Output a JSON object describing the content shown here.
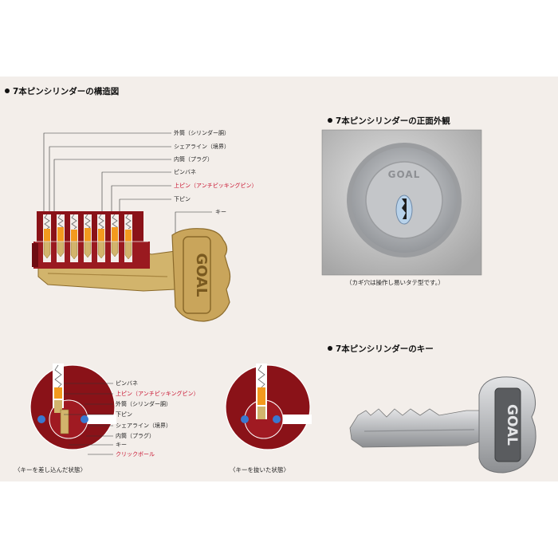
{
  "structure": {
    "heading": "7本ピンシリンダーの構造図",
    "labels": {
      "outer": "外筒（シリンダー胴）",
      "shear": "シェアライン（境界）",
      "plug": "内筒（プラグ）",
      "spring": "ピンバネ",
      "upper": "上ピン（アンチピッキングピン）",
      "lower": "下ピン",
      "key": "キー"
    },
    "key_brand": "GOAL"
  },
  "front": {
    "heading": "7本ピンシリンダーの正面外観",
    "brand": "GOAL",
    "caption": "（カギ穴は操作し易いタテ型です。）"
  },
  "keyphoto": {
    "heading": "7本ピンシリンダーのキー",
    "brand": "GOAL"
  },
  "cross": {
    "labels": {
      "spring": "ピンバネ",
      "upper": "上ピン（アンチピッキングピン）",
      "outer": "外筒（シリンダー胴）",
      "lower": "下ピン",
      "shear": "シェアライン（境界）",
      "plug": "内筒（プラグ）",
      "key": "キー",
      "ball": "クリックボール"
    },
    "caption_inserted": "〈キーを差し込んだ状態〉",
    "caption_removed": "〈キーを抜いた状態〉"
  },
  "colors": {
    "maroon": "#8a1218",
    "red": "#c8102e",
    "brass": "#c9a55b",
    "orange": "#f39a1e"
  }
}
